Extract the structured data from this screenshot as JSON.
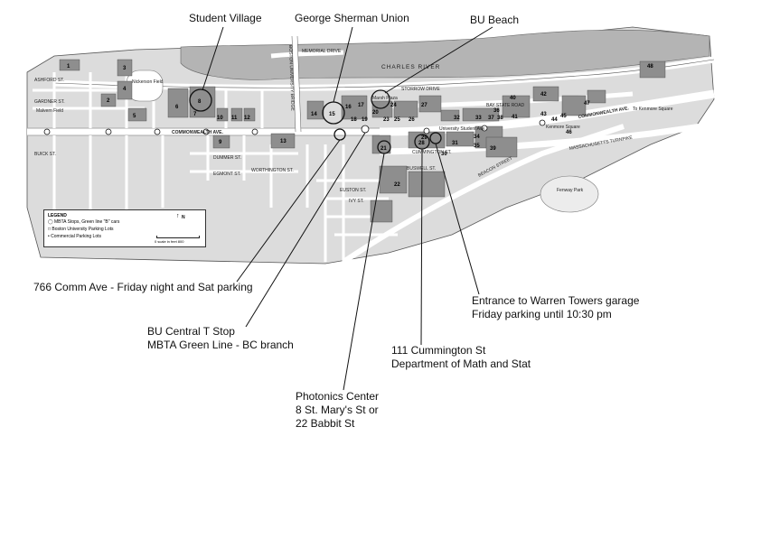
{
  "callouts": {
    "student_village": "Student Village",
    "gsu": "George Sherman Union",
    "bu_beach": "BU Beach",
    "comm_766": "766 Comm Ave - Friday night and Sat parking",
    "central_line1": "BU Central T Stop",
    "central_line2": "MBTA Green Line - BC branch",
    "photonics_line1": "Photonics Center",
    "photonics_line2": "8 St. Mary's St or",
    "photonics_line3": "22 Babbit St",
    "cummington_line1": "111 Cummington St",
    "cummington_line2": "Department of Math and Stat",
    "warren_line1": "Entrance to Warren Towers garage",
    "warren_line2": "Friday parking until 10:30 pm"
  },
  "streets": {
    "charles_river": "CHARLES RIVER",
    "memorial_drive": "MEMORIAL DRIVE",
    "storrow_drive": "STORROW DRIVE",
    "commonwealth_ave": "COMMONWEALTH AVE.",
    "commonwealth_ave_east": "COMMONWEALTH AVE.",
    "bay_state_road": "BAY STATE ROAD",
    "ashford_st": "ASHFORD ST.",
    "gardner_st": "GARDNER ST.",
    "buick_st": "BUICK ST.",
    "dummer_st": "DUMMER ST.",
    "egmont_st": "EGMONT ST.",
    "worthington_st": "WORTHINGTON ST.",
    "cummington_st": "CUMMINGTON ST.",
    "university_student_ave": "University Student Ave.",
    "buswell_st": "BUSWELL ST.",
    "euston_st": "EUSTON ST.",
    "ivy_st": "IVY ST.",
    "beacon_st": "BEACON STREET",
    "mass_turnpike": "MASSACHUSETTS TURNPIKE",
    "bu_bridge": "BOSTON UNIVERSITY BRIDGE",
    "kenmore_square": "Kenmore Square",
    "nickerson_field": "Nickerson Field",
    "malvern_field": "Malvern Field",
    "fenway_park": "Fenway Park",
    "marsh_plaza": "Marsh Plaza",
    "to_kenmore": "To Kenmore Square"
  },
  "buildings": [
    "1",
    "2",
    "3",
    "4",
    "5",
    "6",
    "7",
    "8",
    "9",
    "10",
    "11",
    "12",
    "13",
    "14",
    "15",
    "16",
    "17",
    "18",
    "19",
    "20",
    "21",
    "22",
    "23",
    "24",
    "25",
    "26",
    "27",
    "28",
    "29",
    "30",
    "31",
    "32",
    "33",
    "34",
    "35",
    "36",
    "37",
    "38",
    "39",
    "40",
    "41",
    "42",
    "43",
    "44",
    "45",
    "46",
    "47",
    "48"
  ],
  "legend": {
    "title": "LEGEND",
    "item_mbta": "MBTA Stops, Green line \"B\" cars",
    "item_bu_parking": "Boston University Parking Lots",
    "item_commercial": "Commercial Parking Lots",
    "north": "N",
    "scale": "0    scale in feet    800"
  },
  "colors": {
    "road": "#ffffff",
    "block": "#d6d6d6",
    "building": "#8e8e8e",
    "river": "#b9b9b9",
    "ink": "#111111"
  }
}
